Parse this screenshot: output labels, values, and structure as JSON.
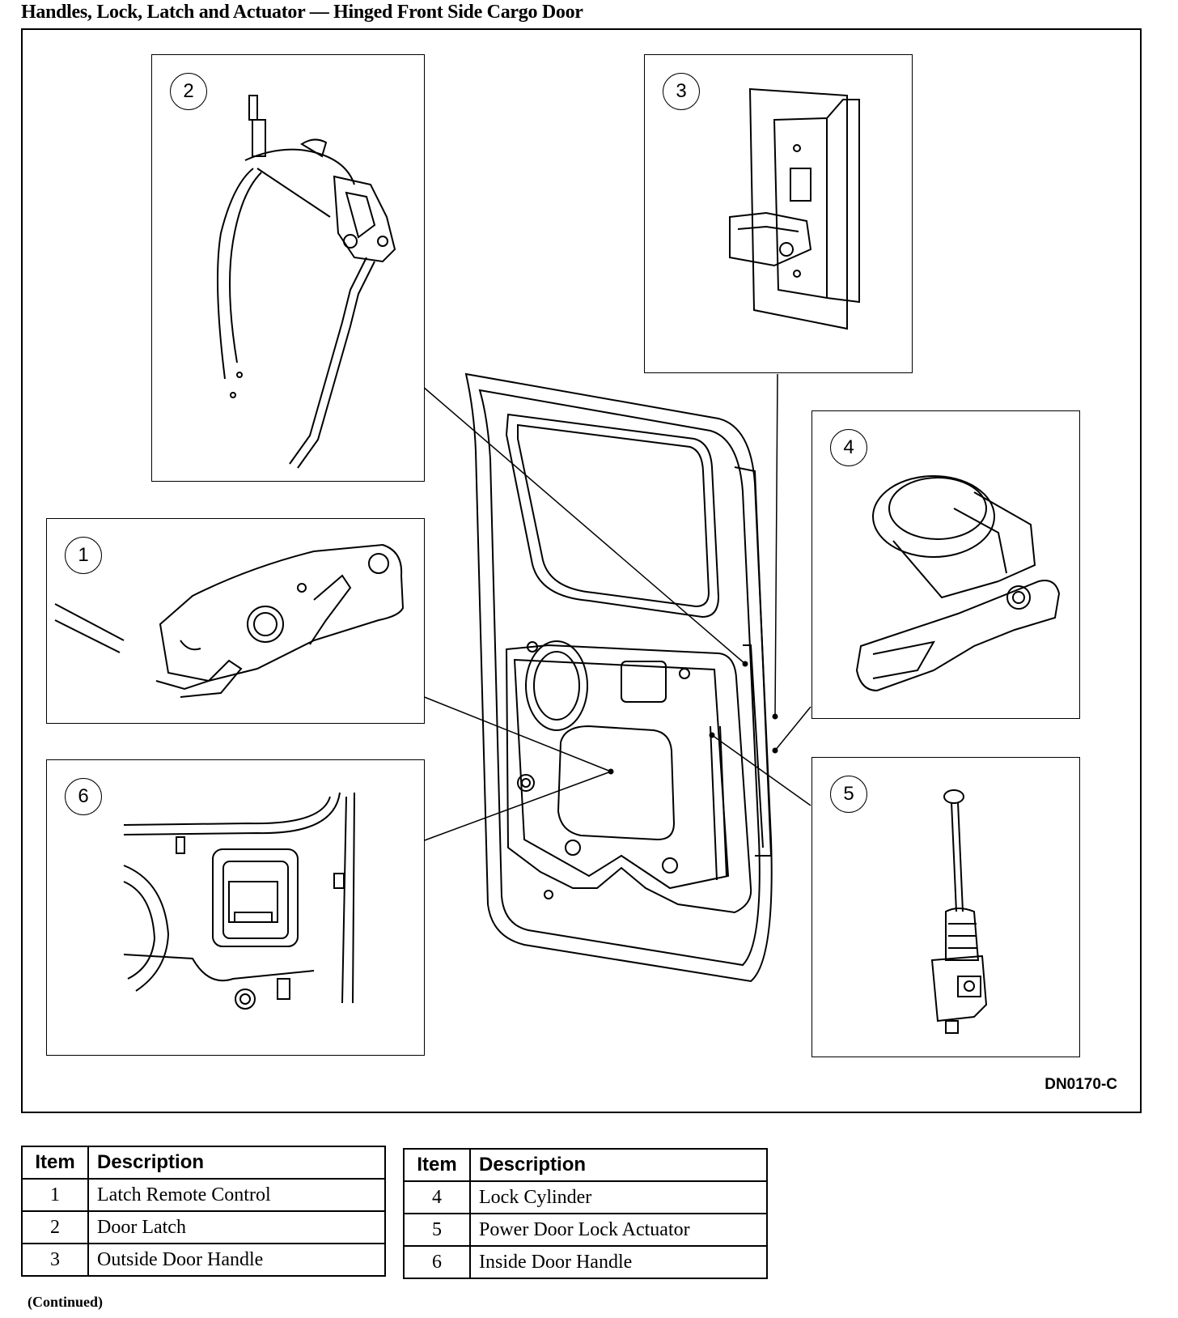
{
  "page": {
    "title": "Handles, Lock, Latch and Actuator — Hinged Front Side Cargo Door",
    "figure_code": "DN0170-C",
    "continued": "(Continued)"
  },
  "callouts": [
    "1",
    "2",
    "3",
    "4",
    "5",
    "6"
  ],
  "legend_left": {
    "header_item": "Item",
    "header_description": "Description",
    "rows": [
      {
        "item": "1",
        "description": "Latch Remote Control"
      },
      {
        "item": "2",
        "description": "Door Latch"
      },
      {
        "item": "3",
        "description": "Outside Door Handle"
      }
    ]
  },
  "legend_right": {
    "header_item": "Item",
    "header_description": "Description",
    "rows": [
      {
        "item": "4",
        "description": "Lock Cylinder"
      },
      {
        "item": "5",
        "description": "Power Door Lock Actuator"
      },
      {
        "item": "6",
        "description": "Inside Door Handle"
      }
    ]
  }
}
